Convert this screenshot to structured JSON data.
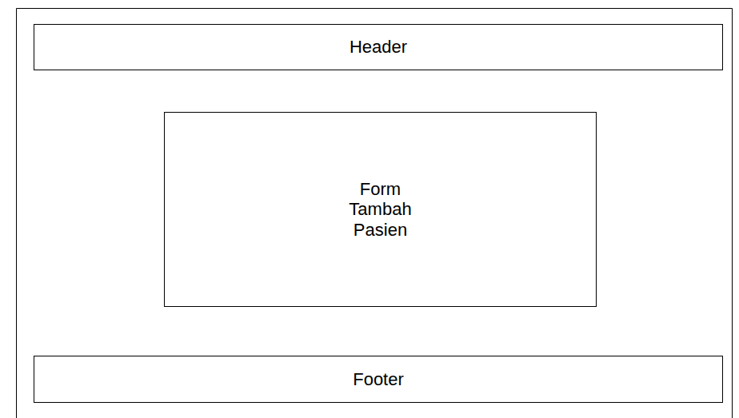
{
  "diagram": {
    "nodes": [
      {
        "text": [
          "Header"
        ]
      },
      {
        "text": [
          "Form Tambah Pasien"
        ]
      },
      {
        "text": [
          "Footer"
        ]
      }
    ]
  }
}
